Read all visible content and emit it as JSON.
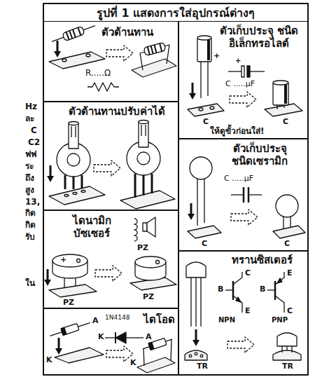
{
  "diagram": {
    "title": "รูปที่ 1 แสดงการใส่อุปกรณ์ต่างๆ",
    "nodes": [
      {
        "text": [
          "ตัวต้านทาน"
        ]
      },
      {
        "text": [
          "ตัวเก็บประจุ ชนิดอิเล็กทรอไลต์"
        ]
      },
      {
        "text": [
          "ตัวต้านทานปรับค่าได้"
        ]
      },
      {
        "text": [
          "ตัวเก็บประจุ ชนิดเซรามิก"
        ]
      },
      {
        "text": [
          "ไดนามิก บัซเซอร์"
        ]
      },
      {
        "text": [
          "ทรานซิสเตอร์"
        ]
      },
      {
        "text": [
          "ไดโอด"
        ]
      }
    ],
    "labels": [
      "Hz",
      "ละ",
      "C",
      "C2",
      "ฟฟ",
      "ระ",
      "ถึง",
      "สูง",
      "13,",
      "กิด",
      "กิด",
      "รับ",
      "ใน",
      "R.....Ω",
      "+",
      "+",
      "C .....µF",
      "C",
      "ให้ดูขั้วก่อนใส่!",
      "C",
      "C .....µF",
      "C",
      "C",
      "PZ",
      "+",
      "PZ",
      "PZ",
      "1N4148",
      "A",
      "K",
      "A",
      "K",
      "K",
      "B",
      "C",
      "E",
      "NPN",
      "B",
      "E",
      "C",
      "PNP",
      "TR",
      "TR"
    ]
  }
}
